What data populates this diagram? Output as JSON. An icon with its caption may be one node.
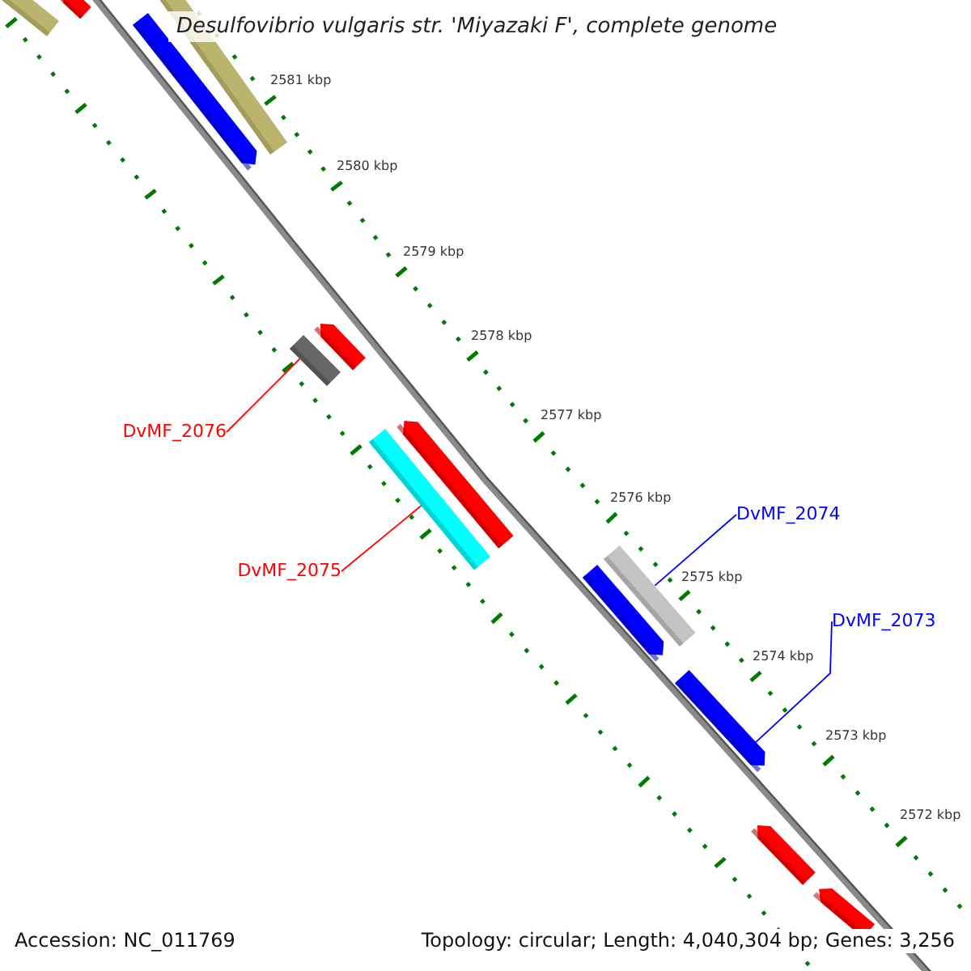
{
  "diagram": {
    "title": "Desulfovibrio vulgaris str. 'Miyazaki F', complete genome",
    "nodes": [
      {
        "text": [],
        "shape": "bar"
      },
      {
        "text": [],
        "shape": "bar"
      },
      {
        "text": [],
        "shape": "bar"
      },
      {
        "text": [],
        "shape": "bar"
      },
      {
        "text": [],
        "shape": "bar"
      },
      {
        "text": [],
        "shape": "bar"
      },
      {
        "text": [],
        "shape": "bar"
      },
      {
        "text": [],
        "shape": "bar"
      },
      {
        "text": [],
        "shape": "bar"
      },
      {
        "text": [],
        "shape": "bar"
      },
      {
        "text": [],
        "shape": "bar"
      },
      {
        "text": [],
        "shape": "bar"
      },
      {
        "text": [],
        "shape": "bar"
      },
      {
        "text": [
          "DvMF_2076"
        ]
      },
      {
        "text": [
          "DvMF_2074"
        ]
      },
      {
        "text": [
          "DvMF_2075"
        ]
      },
      {
        "text": [
          "DvMF_2073"
        ]
      }
    ],
    "edges": [
      {
        "from": 13,
        "to": 4,
        "arrow": "none",
        "color": "#ff0000"
      },
      {
        "from": 14,
        "to": 8,
        "arrow": "none",
        "color": "#0000ff"
      },
      {
        "from": 15,
        "to": 6,
        "arrow": "none",
        "color": "#ff0000"
      },
      {
        "from": 16,
        "to": 10,
        "arrow": "none",
        "color": "#0000ff"
      }
    ],
    "labels": [
      "2581 kbp",
      "2580 kbp",
      "2579 kbp",
      "2578 kbp",
      "2577 kbp",
      "2576 kbp",
      "2575 kbp",
      "2574 kbp",
      "2573 kbp",
      "2572 kbp",
      "Accession: NC_011769",
      "Topology: circular; Length: 4,040,304 bp; Genes: 3,256"
    ]
  }
}
